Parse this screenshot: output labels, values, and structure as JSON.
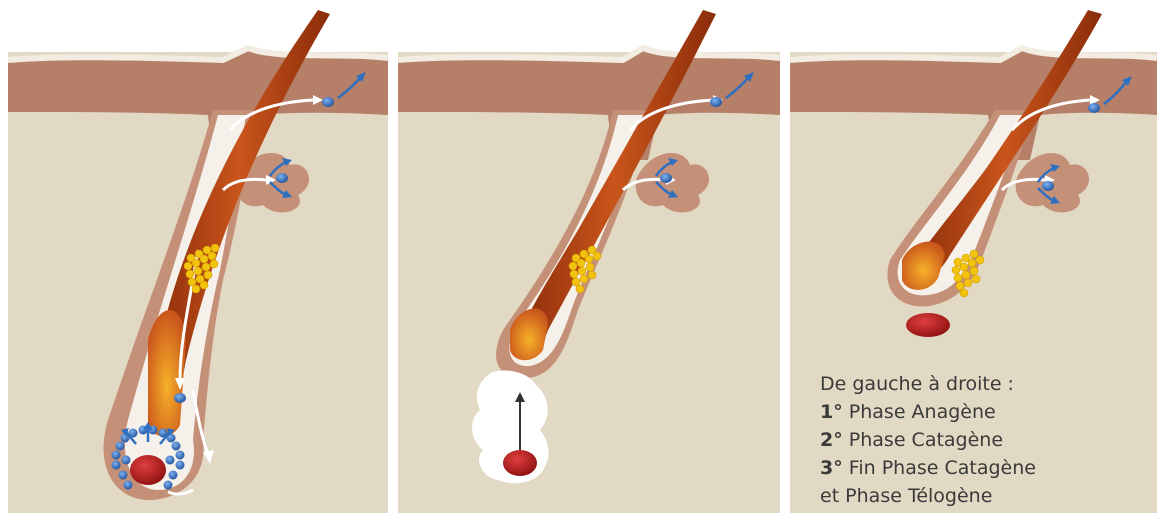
{
  "legend": {
    "heading": "De gauche à droite :",
    "items": [
      {
        "num": "1°",
        "label": "Phase Anagène"
      },
      {
        "num": "2°",
        "label": "Phase Catagène"
      },
      {
        "num": "3°",
        "label": "Fin Phase Catagène"
      }
    ],
    "continuation": "et Phase Télogène"
  },
  "colors": {
    "background": "#e2d9c4",
    "skin": "#b57f68",
    "sheath": "#c49077",
    "hair": "#b84a15",
    "hair_bulb": "#f0a020",
    "papilla": "#b01c1c",
    "stem_cell": "#2f6fc0",
    "sebaceous": "#f2c30f"
  },
  "panels": [
    {
      "name": "Phase Anagène"
    },
    {
      "name": "Phase Catagène"
    },
    {
      "name": "Fin Phase Catagène et Phase Télogène"
    }
  ]
}
